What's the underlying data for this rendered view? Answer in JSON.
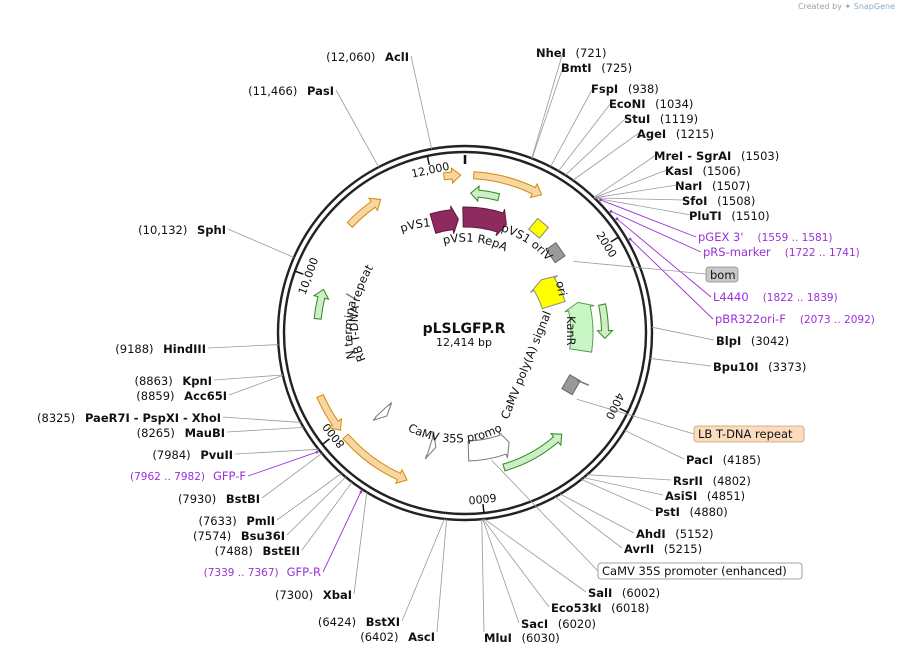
{
  "credit": {
    "prefix": "Created by",
    "brand": "SnapGene"
  },
  "plasmid": {
    "name": "pLSLGFP.R",
    "size_label": "12,414 bp",
    "length": 12414
  },
  "scale_ticks": [
    {
      "pos": 2000,
      "label": "2000"
    },
    {
      "pos": 4000,
      "label": "4000"
    },
    {
      "pos": 6000,
      "label": "6000"
    },
    {
      "pos": 8000,
      "label": "8000"
    },
    {
      "pos": 10000,
      "label": "10,000"
    },
    {
      "pos": 12000,
      "label": "12,000"
    }
  ],
  "sites": [
    {
      "pos": 721,
      "name": "NheI",
      "num": "(721)"
    },
    {
      "pos": 725,
      "name": "BmtI",
      "num": "(725)"
    },
    {
      "pos": 938,
      "name": "FspI",
      "num": "(938)"
    },
    {
      "pos": 1034,
      "name": "EcoNI",
      "num": "(1034)"
    },
    {
      "pos": 1119,
      "name": "StuI",
      "num": "(1119)"
    },
    {
      "pos": 1215,
      "name": "AgeI",
      "num": "(1215)"
    },
    {
      "pos": 1503,
      "name": "MreI - SgrAI",
      "num": "(1503)"
    },
    {
      "pos": 1506,
      "name": "KasI",
      "num": "(1506)"
    },
    {
      "pos": 1507,
      "name": "NarI",
      "num": "(1507)"
    },
    {
      "pos": 1508,
      "name": "SfoI",
      "num": "(1508)"
    },
    {
      "pos": 1510,
      "name": "PluTI",
      "num": "(1510)"
    },
    {
      "pos": 3042,
      "name": "BlpI",
      "num": "(3042)"
    },
    {
      "pos": 3373,
      "name": "Bpu10I",
      "num": "(3373)"
    },
    {
      "pos": 4185,
      "name": "PacI",
      "num": "(4185)"
    },
    {
      "pos": 4802,
      "name": "RsrII",
      "num": "(4802)"
    },
    {
      "pos": 4851,
      "name": "AsiSI",
      "num": "(4851)"
    },
    {
      "pos": 4880,
      "name": "PstI",
      "num": "(4880)"
    },
    {
      "pos": 5152,
      "name": "AhdI",
      "num": "(5152)"
    },
    {
      "pos": 5215,
      "name": "AvrII",
      "num": "(5215)"
    },
    {
      "pos": 6002,
      "name": "SalI",
      "num": "(6002)"
    },
    {
      "pos": 6018,
      "name": "Eco53kI",
      "num": "(6018)"
    },
    {
      "pos": 6020,
      "name": "SacI",
      "num": "(6020)"
    },
    {
      "pos": 6030,
      "name": "MluI",
      "num": "(6030)"
    },
    {
      "pos": 6402,
      "name": "AscI",
      "num": "(6402)"
    },
    {
      "pos": 6424,
      "name": "BstXI",
      "num": "(6424)"
    },
    {
      "pos": 7300,
      "name": "XbaI",
      "num": "(7300)"
    },
    {
      "pos": 7488,
      "name": "BstEII",
      "num": "(7488)"
    },
    {
      "pos": 7574,
      "name": "Bsu36I",
      "num": "(7574)"
    },
    {
      "pos": 7633,
      "name": "PmlI",
      "num": "(7633)"
    },
    {
      "pos": 7930,
      "name": "BstBI",
      "num": "(7930)"
    },
    {
      "pos": 7984,
      "name": "PvuII",
      "num": "(7984)"
    },
    {
      "pos": 8265,
      "name": "MauBI",
      "num": "(8265)"
    },
    {
      "pos": 8325,
      "name": "PaeR7I - PspXI - XhoI",
      "num": "(8325)"
    },
    {
      "pos": 8859,
      "name": "Acc65I",
      "num": "(8859)"
    },
    {
      "pos": 8863,
      "name": "KpnI",
      "num": "(8863)"
    },
    {
      "pos": 9188,
      "name": "HindIII",
      "num": "(9188)"
    },
    {
      "pos": 10132,
      "name": "SphI",
      "num": "(10,132)"
    },
    {
      "pos": 11466,
      "name": "PasI",
      "num": "(11,466)"
    },
    {
      "pos": 12060,
      "name": "AclI",
      "num": "(12,060)"
    }
  ],
  "primers": [
    {
      "pos": 1570,
      "name": "pGEX 3'",
      "range": "(1559 .. 1581)"
    },
    {
      "pos": 1731,
      "name": "pRS-marker",
      "range": "(1722 .. 1741)"
    },
    {
      "pos": 1830,
      "name": "L4440",
      "range": "(1822 .. 1839)"
    },
    {
      "pos": 2082,
      "name": "pBR322ori-F",
      "range": "(2073 .. 2092)"
    },
    {
      "pos": 7972,
      "name": "GFP-F",
      "range": "(7962 .. 7982)"
    },
    {
      "pos": 7353,
      "name": "GFP-R",
      "range": "(7339 .. 7367)"
    }
  ],
  "boxed_features": [
    {
      "pos": 1950,
      "label": "bom"
    },
    {
      "pos": 4160,
      "label": "LB T-DNA repeat"
    },
    {
      "pos": 5800,
      "label": "CaMV 35S promoter (enhanced)"
    }
  ],
  "inner_labels": [
    "pVS1 StaA",
    "pVS1 RepA",
    "pVS1 oriV",
    "ori",
    "KanR",
    "CaMV poly(A) signal",
    "CaMV 35S promoter",
    "SON terminator",
    "RB T-DNA repeat"
  ],
  "colors": {
    "backbone": "#222222",
    "site": "#111111",
    "primer": "#9b30d9",
    "repA": "#8e2a5e",
    "ori": "#ffff00",
    "kanr": "#c8f7c5",
    "orf_fill": "#f7d6a6",
    "orf_line": "#d68a00",
    "green_fill": "#cfeec7",
    "green_line": "#2c8a1c",
    "bom_fill": "#c8c8c8",
    "lb_fill": "#fbdcbf"
  }
}
